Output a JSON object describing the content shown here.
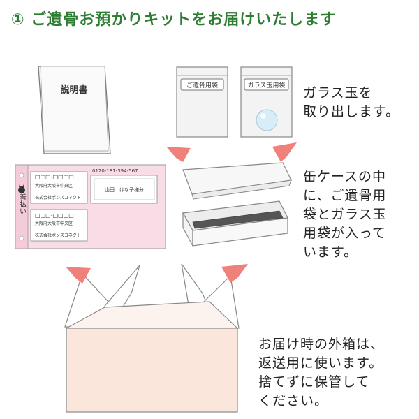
{
  "title": "① ご遺骨お預かりキットをお届けいたします",
  "booklet": {
    "label": "説明書"
  },
  "bags": [
    {
      "label": "ご遺骨用袋"
    },
    {
      "label": "ガラス玉用袋"
    }
  ],
  "notes": {
    "glass": [
      "ガラス玉を",
      "取り出します。"
    ],
    "can": [
      "缶ケースの中",
      "に、ご遺骨用",
      "袋とガラス玉",
      "用袋が入って",
      "います。"
    ],
    "box": [
      "お届け時の外箱は、",
      "返送用に使います。",
      "捨てずに保管して",
      "ください。"
    ]
  },
  "label_sheet": {
    "phone": "0120-181-394-567",
    "postal_1": "□□□-□□□□",
    "address_1": "大阪府大阪市中央区",
    "company_1": "株式会社ポンズコネクト",
    "recipient": "山田　はな子様分",
    "postal_2": "□□□-□□□□",
    "address_2": "大阪府大阪市中央区",
    "company_2": "株式会社ポンズコネクト",
    "payment": "着払い"
  },
  "colors": {
    "title": "#2e7d32",
    "arrow": "#f0807a",
    "box_fill": "#fbe6dc",
    "label_pink": "#f9dde6",
    "outline": "#7a7a7a",
    "panel": "#f5f5f5",
    "glass_ball": "#d7eef8"
  }
}
